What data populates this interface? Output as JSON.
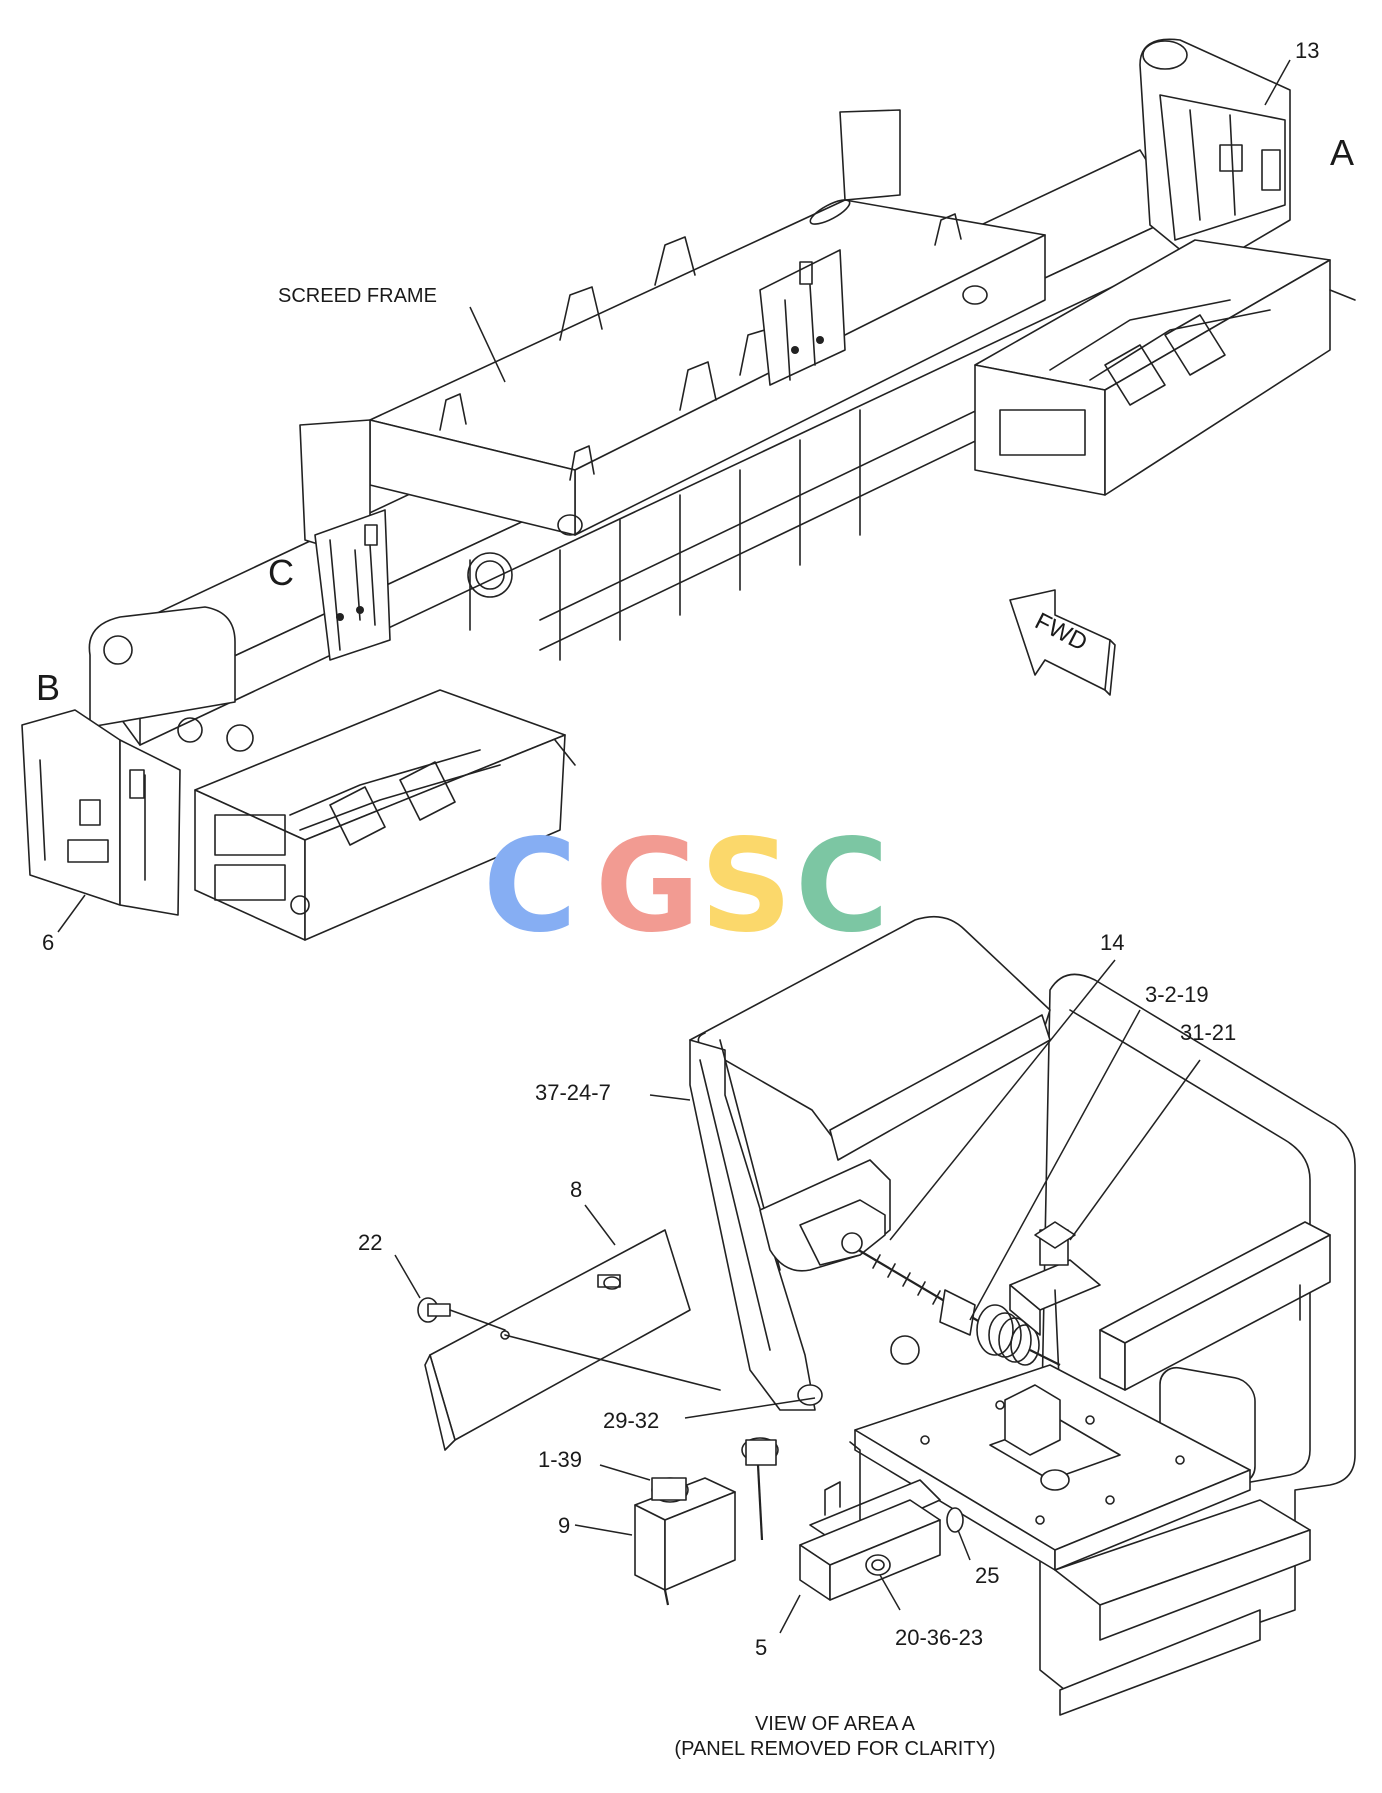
{
  "diagram": {
    "frame_label": "SCREED FRAME",
    "view_letters": {
      "a": "A",
      "b": "B",
      "c": "C"
    },
    "forward_arrow": "FWD",
    "callouts": {
      "c13": "13",
      "c6": "6",
      "c14": "14",
      "c3_2_19": "3-2-19",
      "c31_21": "31-21",
      "c37_24_7": "37-24-7",
      "c8": "8",
      "c22": "22",
      "c29_32": "29-32",
      "c1_39": "1-39",
      "c9": "9",
      "c25": "25",
      "c5": "5",
      "c20_36_23": "20-36-23"
    },
    "caption_line1": "VIEW OF AREA A",
    "caption_line2": "(PANEL REMOVED FOR CLARITY)"
  },
  "watermark": {
    "letters": [
      "C",
      "G",
      "S",
      "C"
    ],
    "colors": [
      "#86aef3",
      "#f29b92",
      "#fbd86b",
      "#7cc6a3"
    ]
  }
}
